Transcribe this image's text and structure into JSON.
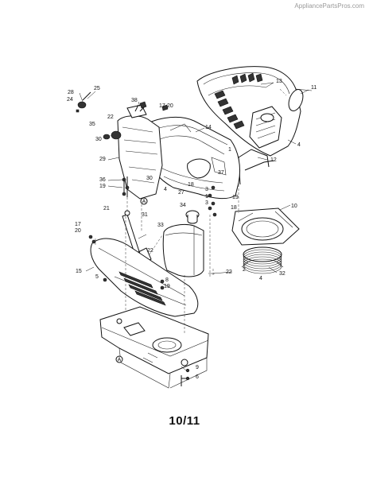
{
  "watermark": "AppliancePartsPros.com",
  "page_label": "10/11",
  "callouts": [
    {
      "id": "c28",
      "label": "28"
    },
    {
      "id": "c25",
      "label": "25"
    },
    {
      "id": "c24",
      "label": "24"
    },
    {
      "id": "c38",
      "label": "38"
    },
    {
      "id": "c17a",
      "label": "17"
    },
    {
      "id": "c20a",
      "label": "20"
    },
    {
      "id": "c22a",
      "label": "22"
    },
    {
      "id": "c35",
      "label": "35"
    },
    {
      "id": "c30a",
      "label": "30"
    },
    {
      "id": "c14",
      "label": "14"
    },
    {
      "id": "c13",
      "label": "13"
    },
    {
      "id": "c11",
      "label": "11"
    },
    {
      "id": "c4a",
      "label": "4"
    },
    {
      "id": "c1a",
      "label": "1"
    },
    {
      "id": "c12",
      "label": "12"
    },
    {
      "id": "c29",
      "label": "29"
    },
    {
      "id": "c36",
      "label": "36"
    },
    {
      "id": "c19a",
      "label": "19"
    },
    {
      "id": "c30b",
      "label": "30"
    },
    {
      "id": "c4b",
      "label": "4"
    },
    {
      "id": "c27",
      "label": "27"
    },
    {
      "id": "c18a",
      "label": "18"
    },
    {
      "id": "c37",
      "label": "37"
    },
    {
      "id": "c3a",
      "label": "3"
    },
    {
      "id": "c19b",
      "label": "19"
    },
    {
      "id": "c1b",
      "label": "1"
    },
    {
      "id": "c3b",
      "label": "3"
    },
    {
      "id": "c18b",
      "label": "18"
    },
    {
      "id": "c21",
      "label": "21"
    },
    {
      "id": "c31",
      "label": "31"
    },
    {
      "id": "c34",
      "label": "34"
    },
    {
      "id": "c33",
      "label": "33"
    },
    {
      "id": "c10",
      "label": "10"
    },
    {
      "id": "c17b",
      "label": "17"
    },
    {
      "id": "c20b",
      "label": "20"
    },
    {
      "id": "c22b",
      "label": "22"
    },
    {
      "id": "c15",
      "label": "15"
    },
    {
      "id": "c5",
      "label": "5"
    },
    {
      "id": "c8",
      "label": "8"
    },
    {
      "id": "c19c",
      "label": "19"
    },
    {
      "id": "c22c",
      "label": "22"
    },
    {
      "id": "c2",
      "label": "2"
    },
    {
      "id": "c4c",
      "label": "4"
    },
    {
      "id": "c32",
      "label": "32"
    },
    {
      "id": "c9",
      "label": "9"
    },
    {
      "id": "c6",
      "label": "6"
    },
    {
      "id": "cAa",
      "label": "A"
    },
    {
      "id": "cAb",
      "label": "A"
    }
  ]
}
